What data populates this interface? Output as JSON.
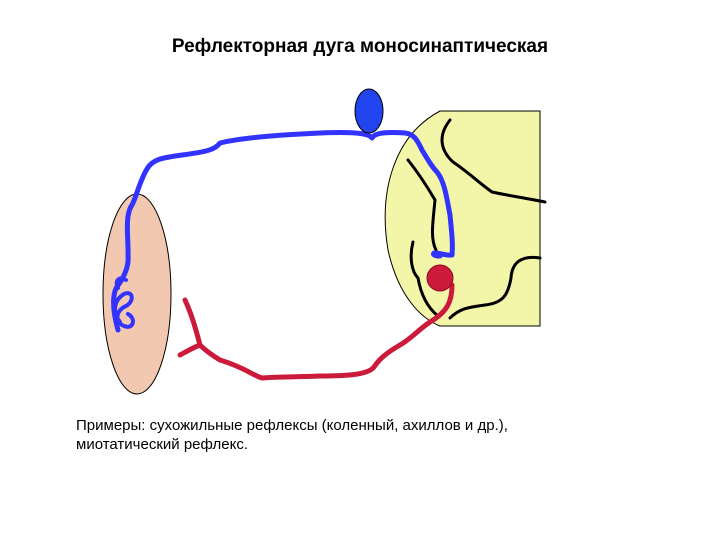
{
  "title": "Рефлекторная дуга моносинаптическая",
  "caption": {
    "line1": "Примеры: сухожильные рефлексы (коленный, ахиллов и др.),",
    "line2": "миотатический рефлекс."
  },
  "colors": {
    "sensory_neuron": "#3333ff",
    "motor_neuron": "#cc1a3a",
    "muscle_fill": "#f2c9b0",
    "spinal_cord_fill": "#f3f5a8",
    "ganglion": "#2244ee",
    "motor_soma": "#cc1a3a"
  }
}
